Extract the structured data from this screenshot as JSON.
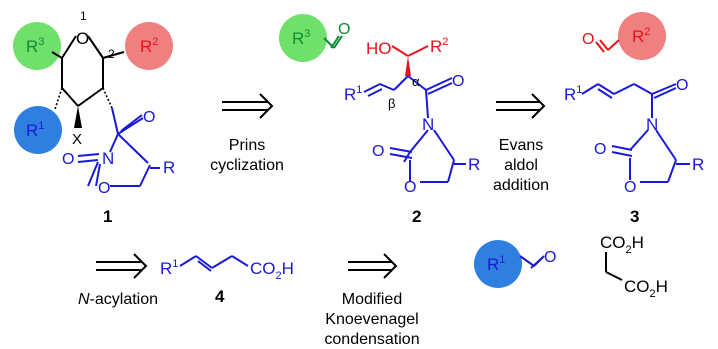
{
  "colors": {
    "black": "#000000",
    "blue": "#1a1ad6",
    "red": "#e8141a",
    "green": "#138a36",
    "ball_blue": "#2f7fe0",
    "ball_red": "#f07f7f",
    "ball_green": "#6fe06a"
  },
  "compounds": {
    "c1": {
      "number": "1",
      "ring_o": "O",
      "pos1": "1",
      "pos2": "2",
      "r3": "R",
      "r3_sup": "3",
      "r2": "R",
      "r2_sup": "2",
      "r1": "R",
      "r1_sup": "1",
      "x": "X",
      "o_carbonyl": "O",
      "n": "N",
      "o_ring_carbonyl": "O",
      "o_ring": "O",
      "r": "R"
    },
    "c2": {
      "number": "2",
      "ho": "HO",
      "r2": "R",
      "r2_sup": "2",
      "alpha": "α",
      "beta": "β",
      "r1": "R",
      "r1_sup": "1",
      "o_carbonyl": "O",
      "n": "N",
      "o_ring_carbonyl": "O",
      "o_ring": "O",
      "r": "R"
    },
    "c3": {
      "number": "3",
      "r1": "R",
      "r1_sup": "1",
      "o_carbonyl": "O",
      "n": "N",
      "o_ring_carbonyl": "O",
      "o_ring": "O",
      "r": "R"
    },
    "c4": {
      "number": "4",
      "r1": "R",
      "r1_sup": "1",
      "co2h": "CO",
      "co2h_sub": "2",
      "co2h_h": "H"
    }
  },
  "reagents": {
    "aldehyde_r3": {
      "r": "R",
      "sup": "3",
      "o": "O"
    },
    "aldehyde_r2": {
      "r": "R",
      "sup": "2",
      "o": "O"
    },
    "aldehyde_r1": {
      "r": "R",
      "sup": "1",
      "o": "O"
    },
    "malonic_top": {
      "co": "CO",
      "sub": "2",
      "h": "H"
    },
    "malonic_bottom": {
      "co": "CO",
      "sub": "2",
      "h": "H"
    }
  },
  "steps": {
    "prins": {
      "line1": "Prins",
      "line2": "cyclization"
    },
    "evans": {
      "line1": "Evans",
      "line2": "aldol",
      "line3": "addition"
    },
    "acylation": {
      "n_italic": "N",
      "rest": "-acylation"
    },
    "knoevenagel": {
      "line1": "Modified",
      "line2": "Knoevenagel",
      "line3": "condensation"
    }
  }
}
